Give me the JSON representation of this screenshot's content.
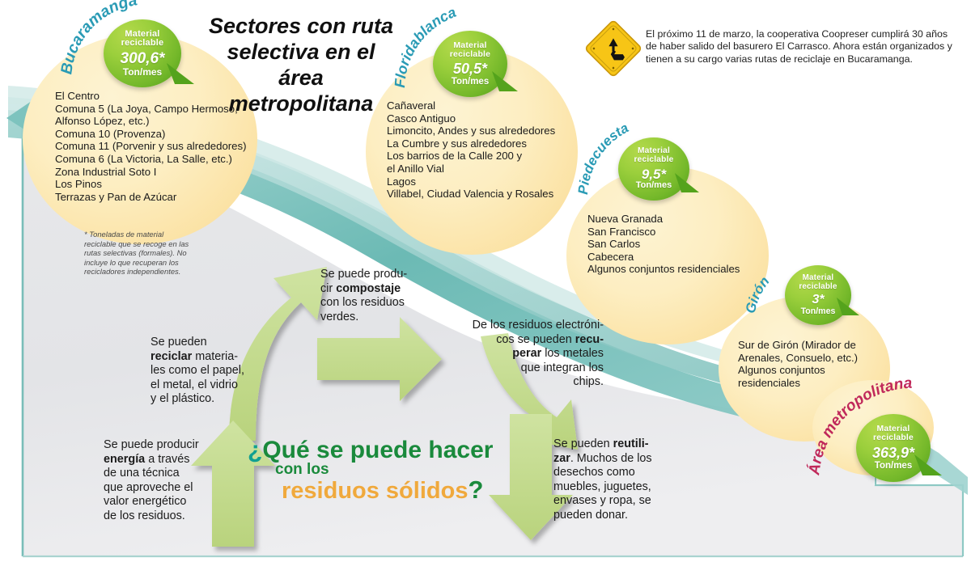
{
  "headline": "Sectores con ruta\nselectiva en el área\nmetropolitana",
  "notice": {
    "icon": "recycling-warning-sign",
    "text": "El próximo 11 de marzo, la cooperativa Coopreser cumplirá 30 años de haber salido del basurero El Carrasco. Ahora están organizados y tienen a su cargo varias rutas de reciclaje en Bucaramanga."
  },
  "footnote": "* Toneladas de material reciclable que se recoge en las rutas selectivas (formales). No incluye lo que recuperan los recicladores independientes.",
  "bubble_label_line1": "Material",
  "bubble_label_line2": "reciclable",
  "bubble_unit": "Ton/mes",
  "cities": [
    {
      "name": "Bucaramanga",
      "value": "300,6*",
      "unit": "Ton/mes",
      "label_color": "#2a9bb5",
      "sectors": "El Centro\nComuna 5 (La Joya, Campo Hermoso,\nAlfonso López, etc.)\nComuna 10 (Provenza)\nComuna 11 (Porvenir y sus alrededores)\nComuna 6 (La Victoria, La Salle, etc.)\nZona Industrial Soto I\nLos Pinos\nTerrazas y Pan de Azúcar"
    },
    {
      "name": "Floridablanca",
      "value": "50,5*",
      "unit": "Ton/mes",
      "label_color": "#2a9bb5",
      "sectors": "Cañaveral\nCasco Antiguo\nLimoncito, Andes y sus alrededores\nLa Cumbre y sus alrededores\nLos barrios de la Calle 200 y\nel Anillo Vial\nLagos\nVillabel, Ciudad Valencia y Rosales"
    },
    {
      "name": "Piedecuesta",
      "value": "9,5*",
      "unit": "Ton/mes",
      "label_color": "#2a9bb5",
      "sectors": "Nueva Granada\nSan Francisco\nSan Carlos\nCabecera\nAlgunos conjuntos residenciales"
    },
    {
      "name": "Girón",
      "value": "3*",
      "unit": "Ton/mes",
      "label_color": "#2a9bb5",
      "sectors": "Sur de Girón (Mirador de\nArenales, Consuelo, etc.)\nAlgunos conjuntos\nresidenciales"
    },
    {
      "name": "Área metropolitana",
      "value": "363,9*",
      "unit": "Ton/mes",
      "label_color": "#c0285a",
      "sectors": ""
    }
  ],
  "cycle": {
    "question_part1_prefix": "¿",
    "question_part1": "Qué se puede hacer",
    "question_part2": "con los",
    "question_part3": "residuos sólidos",
    "question_mark": "?",
    "items": [
      {
        "id": "reciclar",
        "pre": "Se pueden\n",
        "strong": "reciclar",
        "post": " materia-\nles como el papel,\nel metal, el vidrio\ny el plástico."
      },
      {
        "id": "compostaje",
        "pre": "Se puede produ-\ncir ",
        "strong": "compostaje",
        "post": "\ncon los residuos\nverdes."
      },
      {
        "id": "recuperar",
        "pre": "De los residuos electróni-\ncos se pueden ",
        "strong": "recu-\nperar",
        "post": " los metales\nque integran los\nchips."
      },
      {
        "id": "reutilizar",
        "pre": "Se pueden ",
        "strong": "reutili-\nzar",
        "post": ". Muchos de los\ndesechos como\nmuebles, juguetes,\nenvases y ropa, se\npueden donar."
      },
      {
        "id": "energia",
        "pre": "Se puede producir\n",
        "strong": "energía",
        "post": " a través\nde una técnica\nque aproveche el\nvalor energético\nde los residuos."
      }
    ]
  },
  "colors": {
    "teal": "#2a9bb5",
    "ribbon_teal": "#69b9b4",
    "bubble_green_light": "#b3d94b",
    "bubble_green_dark": "#4d9c18",
    "circle_yellow": "#fbe2a4",
    "arrow_green": "#c2d98a",
    "title_green": "#1a8a3c",
    "accent_orange": "#f0a93c",
    "sign_yellow": "#f5c518",
    "metro_red": "#c0285a"
  }
}
